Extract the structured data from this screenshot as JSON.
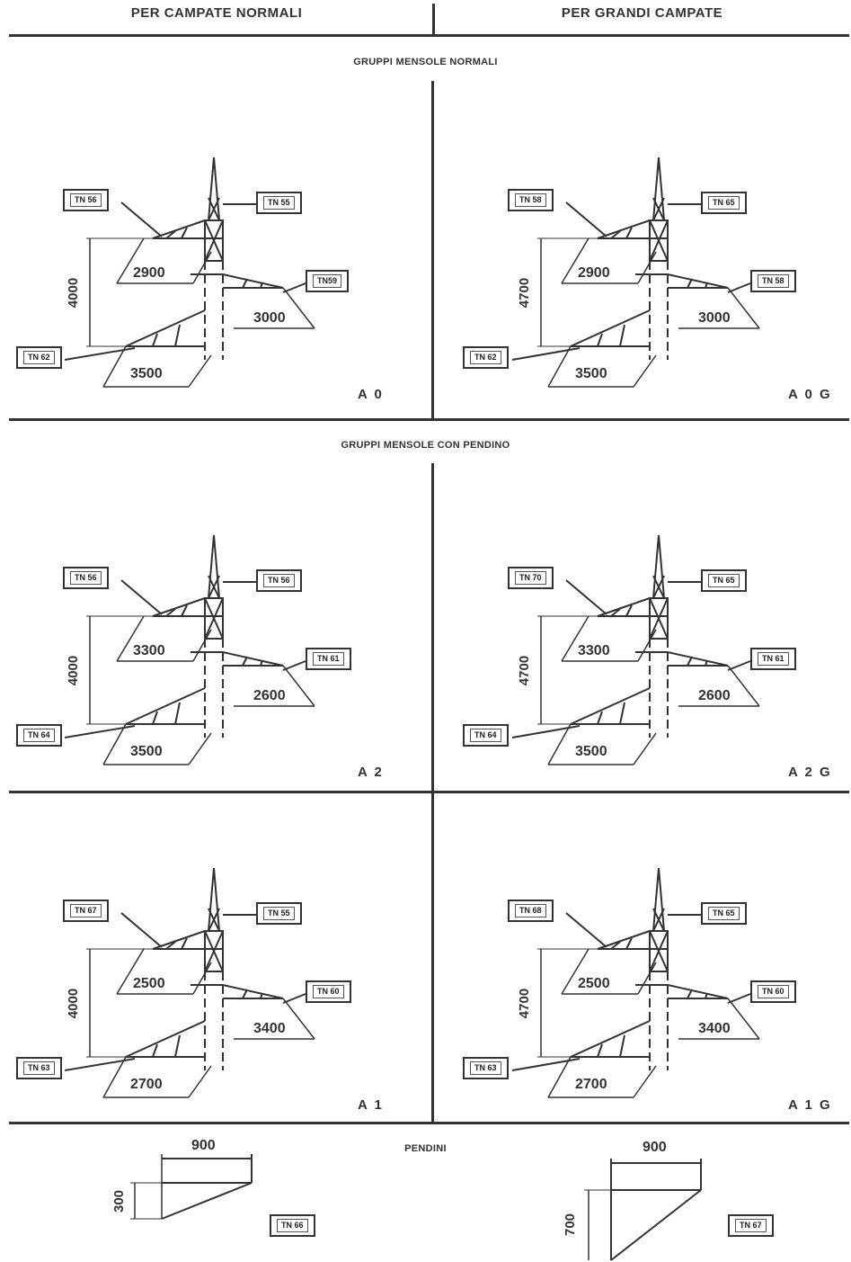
{
  "header": {
    "left": "PER CAMPATE NORMALI",
    "right": "PER GRANDI CAMPATE"
  },
  "sections": {
    "normal": "GRUPPI MENSOLE NORMALI",
    "pendino": "GRUPPI MENSOLE CON PENDINO",
    "pendini": "PENDINI"
  },
  "panels": [
    {
      "code": "A 0",
      "tl": "TN 56",
      "tr": "TN 55",
      "mr": "TN59",
      "bl": "TN 62",
      "h": "4000",
      "top": "2900",
      "mid": "3000",
      "bot": "3500"
    },
    {
      "code": "A 0 G",
      "tl": "TN 58",
      "tr": "TN 65",
      "mr": "TN 58",
      "bl": "TN 62",
      "h": "4700",
      "top": "2900",
      "mid": "3000",
      "bot": "3500"
    },
    {
      "code": "A 2",
      "tl": "TN 56",
      "tr": "TN 56",
      "mr": "TN 61",
      "bl": "TN 64",
      "h": "4000",
      "top": "3300",
      "mid": "2600",
      "bot": "3500"
    },
    {
      "code": "A 2 G",
      "tl": "TN 70",
      "tr": "TN 65",
      "mr": "TN 61",
      "bl": "TN 64",
      "h": "4700",
      "top": "3300",
      "mid": "2600",
      "bot": "3500"
    },
    {
      "code": "A 1",
      "tl": "TN 67",
      "tr": "TN 55",
      "mr": "TN 60",
      "bl": "TN 63",
      "h": "4000",
      "top": "2500",
      "mid": "3400",
      "bot": "2700"
    },
    {
      "code": "A 1 G",
      "tl": "TN 68",
      "tr": "TN 65",
      "mr": "TN 60",
      "bl": "TN 63",
      "h": "4700",
      "top": "2500",
      "mid": "3400",
      "bot": "2700"
    }
  ],
  "pendini": [
    {
      "w": "900",
      "h": "300",
      "tag": "TN 66"
    },
    {
      "w": "900",
      "h": "700",
      "tag": "TN 67"
    }
  ]
}
